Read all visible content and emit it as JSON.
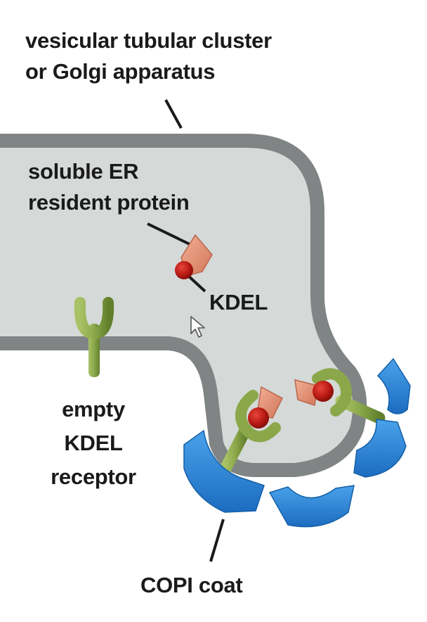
{
  "labels": {
    "compartment_line1": "vesicular tubular cluster",
    "compartment_line2": "or Golgi apparatus",
    "soluble_line1": "soluble ER",
    "soluble_line2": "resident protein",
    "kdel": "KDEL",
    "receptor_line1": "empty",
    "receptor_line2": "KDEL",
    "receptor_line3": "receptor",
    "copi": "COPI coat"
  },
  "colors": {
    "membrane": "#808484",
    "lumen": "#d5d9d8",
    "receptor": "#8aa84a",
    "cargo_head": "#e08b6e",
    "kdel_signal": "#b81a14",
    "copi_coat": "#2c86d8"
  },
  "icons": {
    "pointer": "mouse-pointer-icon"
  }
}
